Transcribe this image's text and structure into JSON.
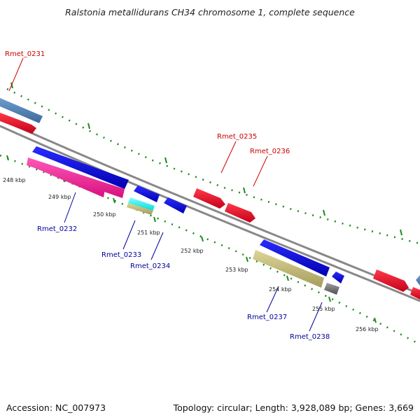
{
  "title": "Ralstonia metallidurans CH34 chromosome 1, complete sequence",
  "accession_text": "Accession: NC_007973",
  "summary_text": "Topology: circular; Length: 3,928,089 bp; Genes: 3,669",
  "scale_labels": [
    "248 kbp",
    "249 kbp",
    "250 kbp",
    "251 kbp",
    "252 kbp",
    "253 kbp",
    "254 kbp",
    "255 kbp",
    "256 kbp"
  ],
  "genes": [
    {
      "name": "Rmet_0231",
      "strand": "forward",
      "color": "#e8001c"
    },
    {
      "name": "Rmet_0232",
      "strand": "reverse",
      "color": "#0000e0"
    },
    {
      "name": "Rmet_0233",
      "strand": "reverse",
      "color": "#0000e0"
    },
    {
      "name": "Rmet_0234",
      "strand": "reverse",
      "color": "#0000e0"
    },
    {
      "name": "Rmet_0235",
      "strand": "forward",
      "color": "#e8001c"
    },
    {
      "name": "Rmet_0236",
      "strand": "forward",
      "color": "#e8001c"
    },
    {
      "name": "Rmet_0237",
      "strand": "reverse",
      "color": "#0000e0"
    },
    {
      "name": "Rmet_0238",
      "strand": "reverse",
      "color": "#0000e0"
    }
  ],
  "colors": {
    "forward_label": "#cc0000",
    "reverse_label": "#000099",
    "backbone": "#808080",
    "tick": "#1a8a1a",
    "cds_forward": "#e8001c",
    "cds_reverse": "#0000e0",
    "cog_steelblue": "#4f80b8",
    "cog_pink": "#f0209a",
    "cog_cyan": "#00f0f0",
    "cog_khaki": "#bdb56e",
    "cog_gray": "#707070"
  }
}
